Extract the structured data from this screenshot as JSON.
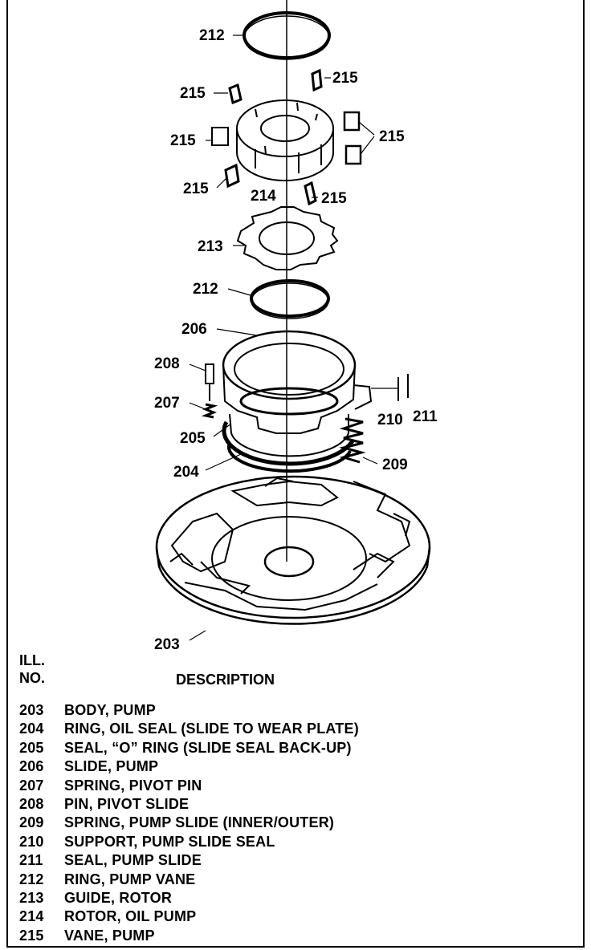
{
  "callouts": {
    "c212_top": "212",
    "c215_a": "215",
    "c215_b": "215",
    "c215_c": "215",
    "c215_d": "215",
    "c215_e": "215",
    "c215_f": "215",
    "c214": "214",
    "c213": "213",
    "c212_mid": "212",
    "c206": "206",
    "c208": "208",
    "c207": "207",
    "c205": "205",
    "c204": "204",
    "c210": "210",
    "c211": "211",
    "c209": "209",
    "c203": "203"
  },
  "legend": {
    "header_ill": "ILL.",
    "header_no": "NO.",
    "header_description": "DESCRIPTION",
    "parts": [
      {
        "num": "203",
        "desc": "BODY, PUMP"
      },
      {
        "num": "204",
        "desc": "RING, OIL SEAL (SLIDE TO WEAR PLATE)"
      },
      {
        "num": "205",
        "desc": "SEAL, “O” RING (SLIDE SEAL BACK-UP)"
      },
      {
        "num": "206",
        "desc": "SLIDE, PUMP"
      },
      {
        "num": "207",
        "desc": "SPRING, PIVOT PIN"
      },
      {
        "num": "208",
        "desc": "PIN, PIVOT SLIDE"
      },
      {
        "num": "209",
        "desc": "SPRING, PUMP SLIDE (INNER/OUTER)"
      },
      {
        "num": "210",
        "desc": "SUPPORT, PUMP SLIDE SEAL"
      },
      {
        "num": "211",
        "desc": "SEAL, PUMP SLIDE"
      },
      {
        "num": "212",
        "desc": "RING, PUMP VANE"
      },
      {
        "num": "213",
        "desc": "GUIDE, ROTOR"
      },
      {
        "num": "214",
        "desc": "ROTOR, OIL PUMP"
      },
      {
        "num": "215",
        "desc": "VANE, PUMP"
      }
    ]
  }
}
